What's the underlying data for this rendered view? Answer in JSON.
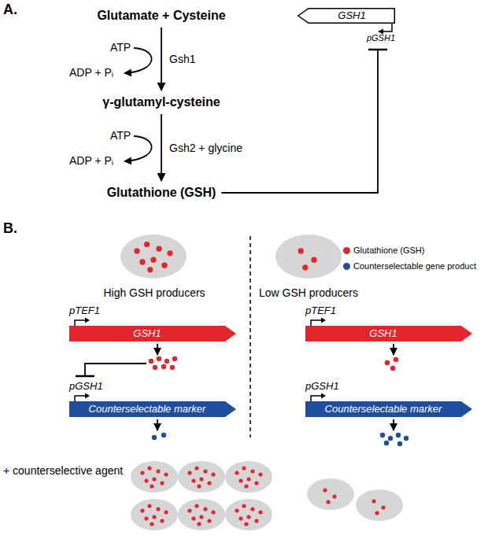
{
  "diagram": {
    "nodes": [
      {
        "text": [
          "Glutamate + Cysteine"
        ]
      },
      {
        "text": [
          "GSH1",
          "pGSH1"
        ]
      },
      {
        "text": [
          "γ-glutamyl-cysteine"
        ]
      },
      {
        "text": [
          "Glutathione (GSH)"
        ]
      },
      {
        "text": [
          "pTEF1",
          "GSH1"
        ]
      },
      {
        "text": [
          "pTEF1",
          "GSH1"
        ]
      },
      {
        "text": [
          "pGSH1",
          "Counterselectable marker"
        ]
      },
      {
        "text": [
          "pGSH1",
          "Counterselectable marker"
        ]
      }
    ],
    "edges": [
      {
        "from": 0,
        "to": 2,
        "arrow": "to",
        "label": "Gsh1"
      },
      {
        "from": 2,
        "to": 3,
        "arrow": "to",
        "label": "Gsh2 + glycine"
      },
      {
        "from": 3,
        "to": 1,
        "arrow": "to"
      }
    ],
    "labels": [
      "A.",
      "ATP",
      "ADP + Pᵢ",
      "ATP",
      "ADP + Pᵢ",
      "B.",
      "High GSH producers",
      "Low GSH producers",
      "+ counterselective agent"
    ],
    "legend": [
      {
        "text": "Glutathione (GSH)",
        "color": "#e3262b"
      },
      {
        "text": "Counterselectable gene product",
        "color": "#1f4e9e"
      }
    ]
  }
}
